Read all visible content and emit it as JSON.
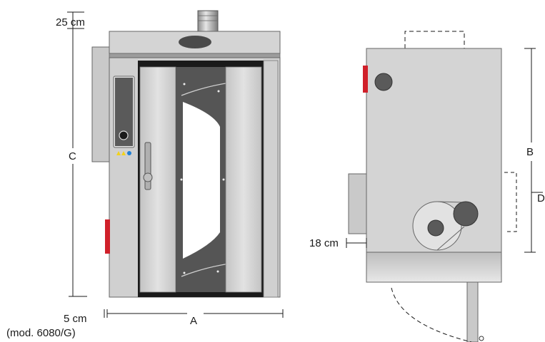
{
  "front_view": {
    "top_clearance_label": "25 cm",
    "height_label": "C",
    "width_label": "A",
    "side_clearance_label": "5 cm",
    "model_note": "(mod. 6080/G)"
  },
  "side_view": {
    "depth_label": "B",
    "partial_height_label": "D",
    "bottom_clearance_label": "18 cm"
  },
  "colors": {
    "body_light": "#d4d4d4",
    "body_mid": "#bdbdbd",
    "dark": "#1a1a1a",
    "panel": "#555555",
    "indicator_red": "#d0202a",
    "indicator_yellow": "#f2d21b",
    "indicator_blue": "#1e7fd6"
  }
}
